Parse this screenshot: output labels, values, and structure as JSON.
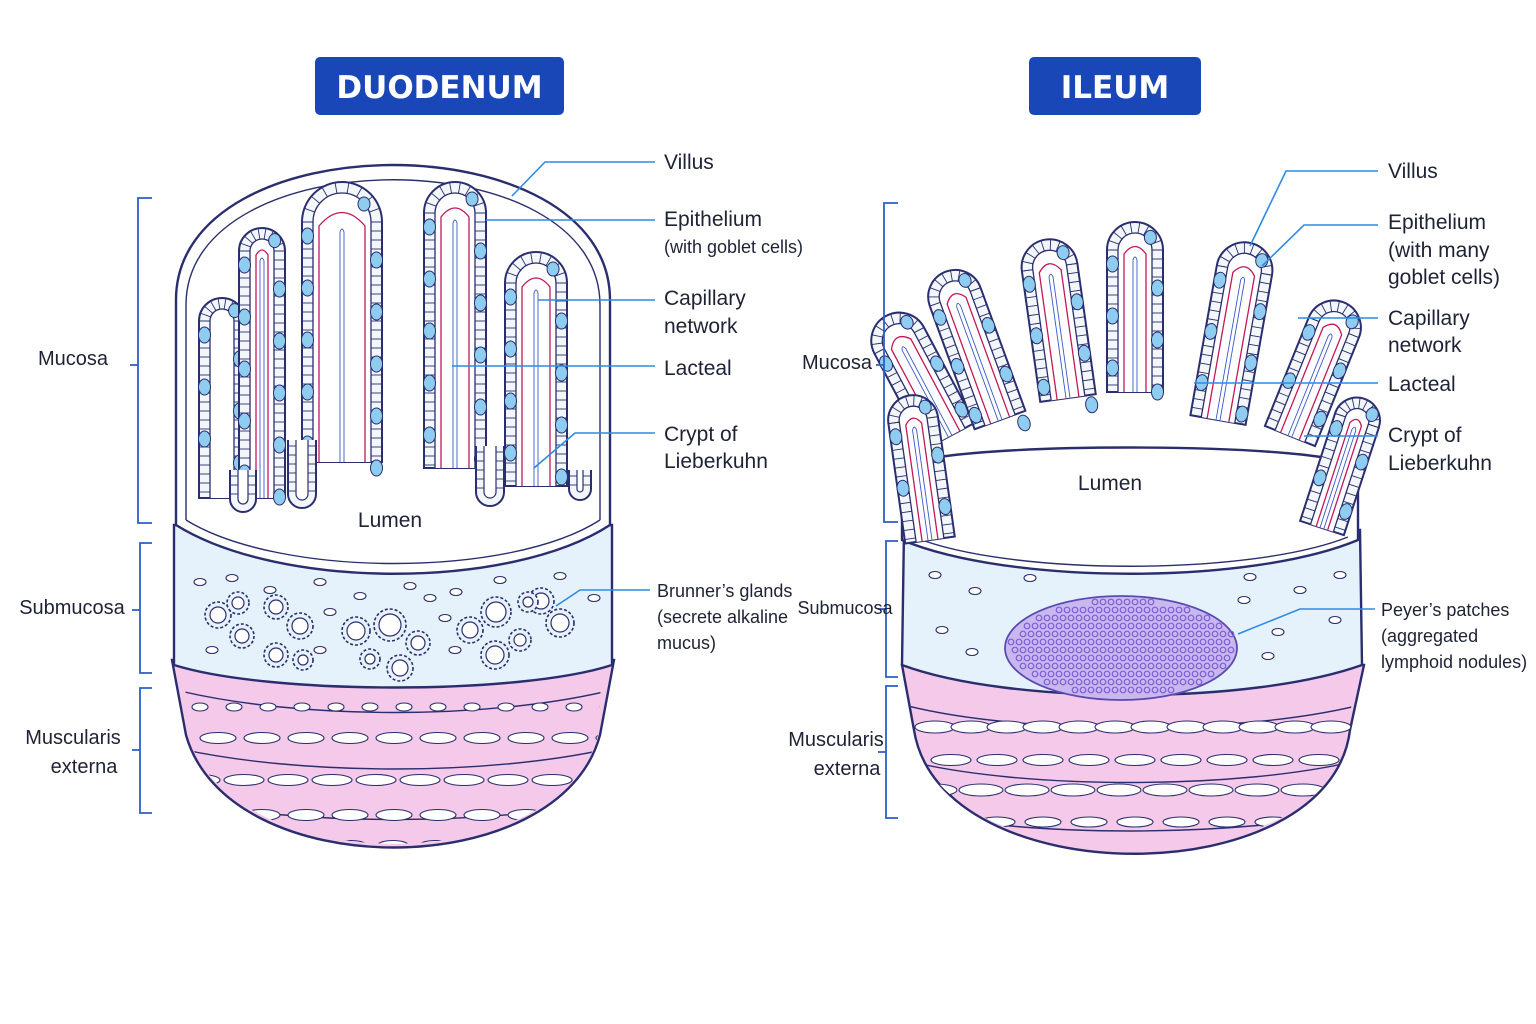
{
  "colors": {
    "title_bg": "#1a47b8",
    "outline": "#2a2e6e",
    "leader": "#2b8be6",
    "mucosa_fill": "#ffffff",
    "submucosa_fill": "#e6f2fb",
    "muscularis_fill": "#f4c9ea",
    "goblet_cell": "#8fcdf0",
    "capillary": "#c2185b",
    "peyers_patch": "#c9b8ef",
    "lymphoid_dot": "#7a5cd6"
  },
  "duodenum": {
    "title": "DUODENUM",
    "lumen": "Lumen",
    "layers": {
      "mucosa": "Mucosa",
      "submucosa": "Submucosa",
      "muscularis_line1": "Muscularis",
      "muscularis_line2": "externa"
    },
    "labels": {
      "villus": "Villus",
      "epithelium": "Epithelium",
      "epithelium_note": "(with goblet cells)",
      "capillary_line1": "Capillary",
      "capillary_line2": "network",
      "lacteal": "Lacteal",
      "crypt_line1": "Crypt of",
      "crypt_line2": "Lieberkuhn",
      "brunners_line1": "Brunner’s glands",
      "brunners_line2": "(secrete alkaline",
      "brunners_line3": "mucus)"
    }
  },
  "ileum": {
    "title": "ILEUM",
    "lumen": "Lumen",
    "layers": {
      "mucosa": "Mucosa",
      "submucosa": "Submucosa",
      "muscularis_line1": "Muscularis",
      "muscularis_line2": "externa"
    },
    "labels": {
      "villus": "Villus",
      "epithelium": "Epithelium",
      "epithelium_note1": "(with many",
      "epithelium_note2": "goblet cells)",
      "capillary_line1": "Capillary",
      "capillary_line2": "network",
      "lacteal": "Lacteal",
      "crypt_line1": "Crypt of",
      "crypt_line2": "Lieberkuhn",
      "peyers_line1": "Peyer’s patches",
      "peyers_line2": "(aggregated",
      "peyers_line3": "lymphoid nodules)"
    }
  }
}
